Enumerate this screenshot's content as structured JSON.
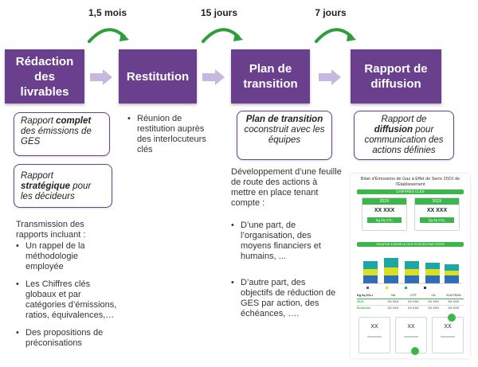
{
  "durations": [
    "1,5 mois",
    "15 jours",
    "7 jours"
  ],
  "steps": [
    {
      "lines": [
        "Rédaction",
        "des",
        "livrables"
      ]
    },
    {
      "lines": [
        "Restitution"
      ]
    },
    {
      "lines": [
        "Plan de",
        "transition"
      ]
    },
    {
      "lines": [
        "Rapport de",
        "diffusion"
      ]
    }
  ],
  "col1": {
    "box1": {
      "pre": "Rapport ",
      "bold": "complet",
      "post": " des émissions de GES"
    },
    "box2": {
      "pre": "Rapport ",
      "bold": "stratégique",
      "post": " pour les décideurs"
    },
    "intro": "Transmission des rapports incluant :",
    "bullets": [
      "Un rappel de la méthodologie employée",
      "Les Chiffres clés globaux et par catégories d’émissions, ratios, équivalences,…",
      "Des propositions de préconisations"
    ]
  },
  "col2": {
    "bullets": [
      "Réunion de restitution auprès des interlocuteurs clés"
    ]
  },
  "col3": {
    "box": {
      "bold": "Plan de transition",
      "post": " coconstruit avec les équipes"
    },
    "intro": "Développement d’une feuille de route des actions à mettre en place tenant compte :",
    "bullets": [
      "D’une part, de l’organisation, des moyens financiers et humains, ...",
      "D’autre part, des objectifs de réduction de GES par action, des échéances, …."
    ]
  },
  "col4": {
    "box": {
      "pre": "Rapport de ",
      "bold": "diffusion",
      "post": " pour communication des actions définies"
    }
  },
  "infographic": {
    "title": "Bilan d’Émissions de Gaz à Effet de Serre 202X de l’Établissement",
    "section1": "CHIFFRES CLÉS",
    "year1": "202X",
    "year2": "202X",
    "value": "XX XXX",
    "unit": "kg éq CO₂",
    "section2": "GRAPHE EXEMPLE DES POSTES PAR SITES",
    "table_headers": [
      "Kg éq CO₂/",
      "Nd",
      "CTP",
      "CA",
      "SOUTRAN"
    ],
    "table_rows": [
      [
        "2019",
        "XX XXX",
        "XX XXX",
        "XX XXX",
        "XX XXX"
      ],
      [
        "Évolution",
        "XX XXX",
        "XX XXX",
        "XX XXX",
        "XX XXX"
      ]
    ],
    "cards": [
      "XX",
      "XX",
      "XX"
    ],
    "colors": {
      "green": "#3cb54a",
      "teal": "#1ea6a6",
      "blue": "#2f6eb5",
      "yellow": "#d9e021",
      "navy": "#1d3d6b"
    }
  },
  "colors": {
    "purple": "#6a3f8e",
    "chevron": "#c8b8dd",
    "arc": "#2f9e3a"
  }
}
